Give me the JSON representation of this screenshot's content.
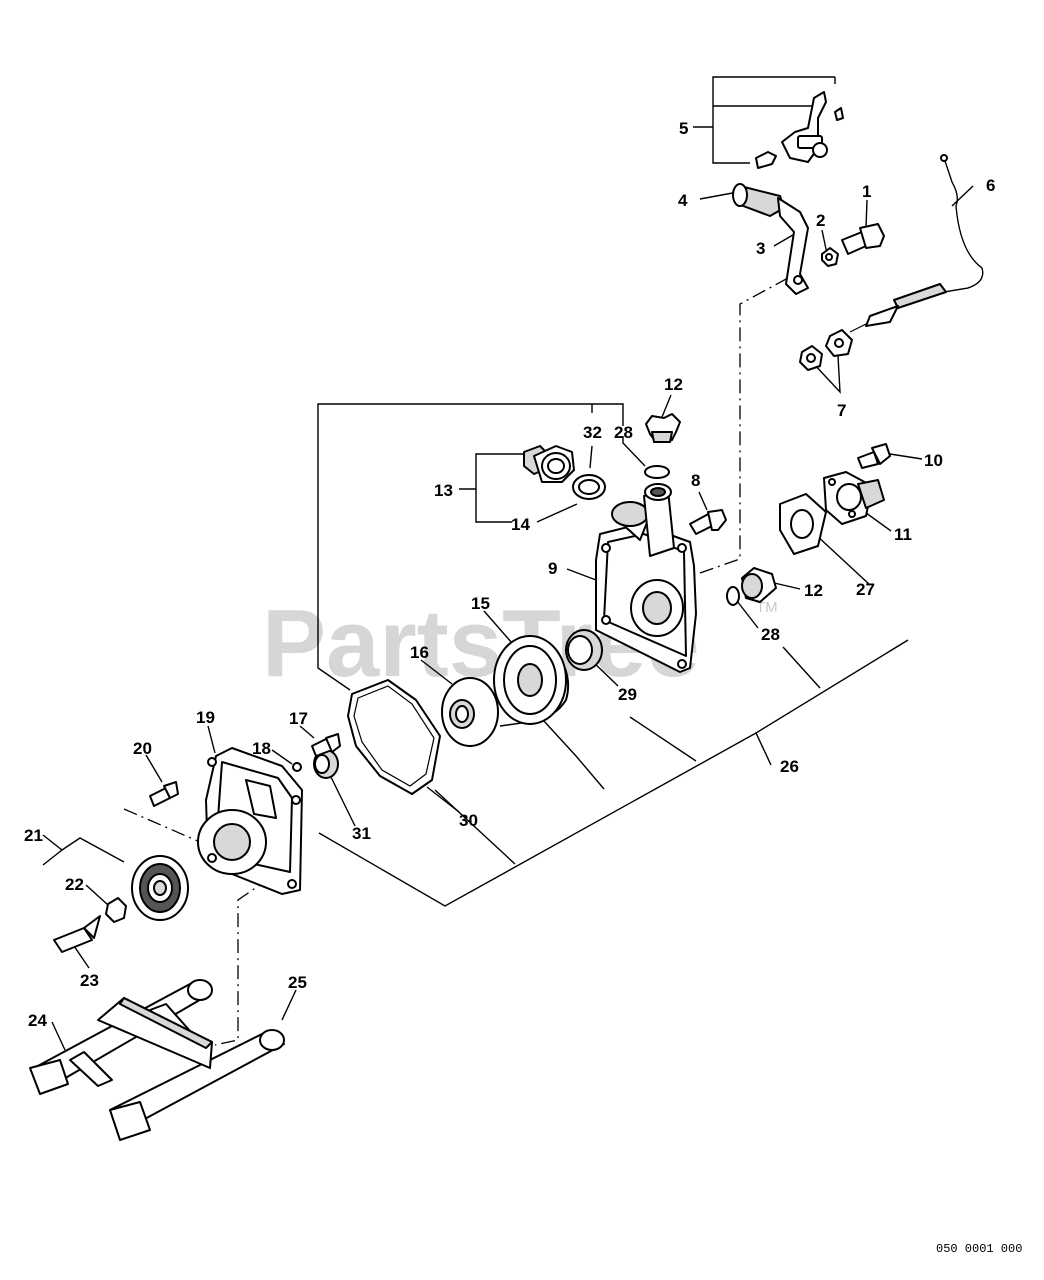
{
  "watermark": {
    "text": "PartsTree",
    "trademark": "TM"
  },
  "reference_code": "050 0001 000",
  "labels": {
    "l1": "1",
    "l2": "2",
    "l3": "3",
    "l4": "4",
    "l5": "5",
    "l6": "6",
    "l7": "7",
    "l8": "8",
    "l9": "9",
    "l10": "10",
    "l11": "11",
    "l12a": "12",
    "l12b": "12",
    "l13": "13",
    "l14": "14",
    "l15": "15",
    "l16": "16",
    "l17": "17",
    "l18": "18",
    "l19": "19",
    "l20": "20",
    "l21": "21",
    "l22": "22",
    "l23": "23",
    "l24": "24",
    "l25": "25",
    "l26": "26",
    "l27": "27",
    "l28a": "28",
    "l28b": "28",
    "l29": "29",
    "l30": "30",
    "l31": "31",
    "l32": "32"
  }
}
